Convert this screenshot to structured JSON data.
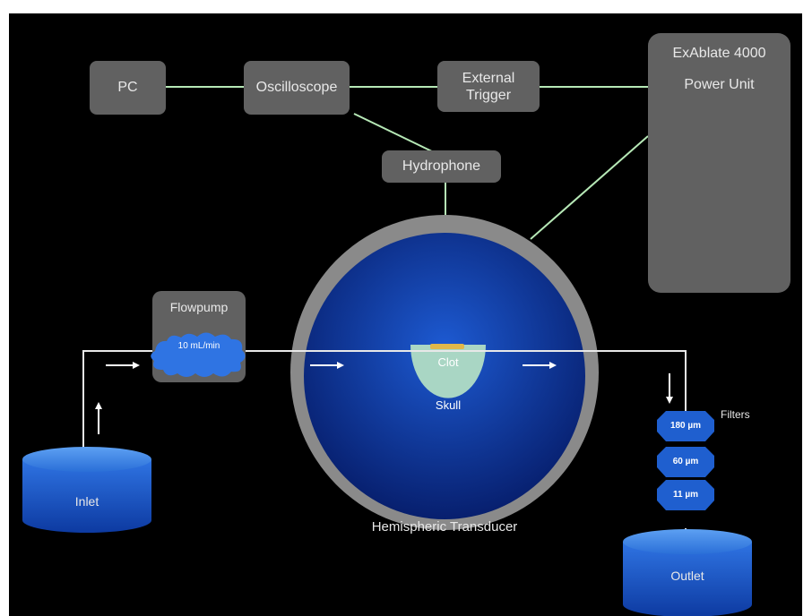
{
  "nodes": {
    "pc": "PC",
    "oscilloscope": "Oscilloscope",
    "external_trigger": "External\nTrigger",
    "hydrophone": "Hydrophone",
    "power_unit_title": "ExAblate 4000",
    "power_unit_sub": "Power Unit",
    "flowpump": "Flowpump",
    "flow_rate": "10 mL/min",
    "clot": "Clot",
    "skull": "Skull",
    "transducer": "Hemispheric Transducer",
    "inlet": "Inlet",
    "outlet": "Outlet",
    "filters_label": "Filters",
    "filters": [
      "180 µm",
      "60 µm",
      "11 µm"
    ]
  },
  "colors": {
    "background": "#000000",
    "box": "#616161",
    "connector": "#b6e8b6",
    "water": "#0b3fa0",
    "ring": "#8a8a8a",
    "skull": "#a9d6c4",
    "clot": "#e0b84a"
  }
}
